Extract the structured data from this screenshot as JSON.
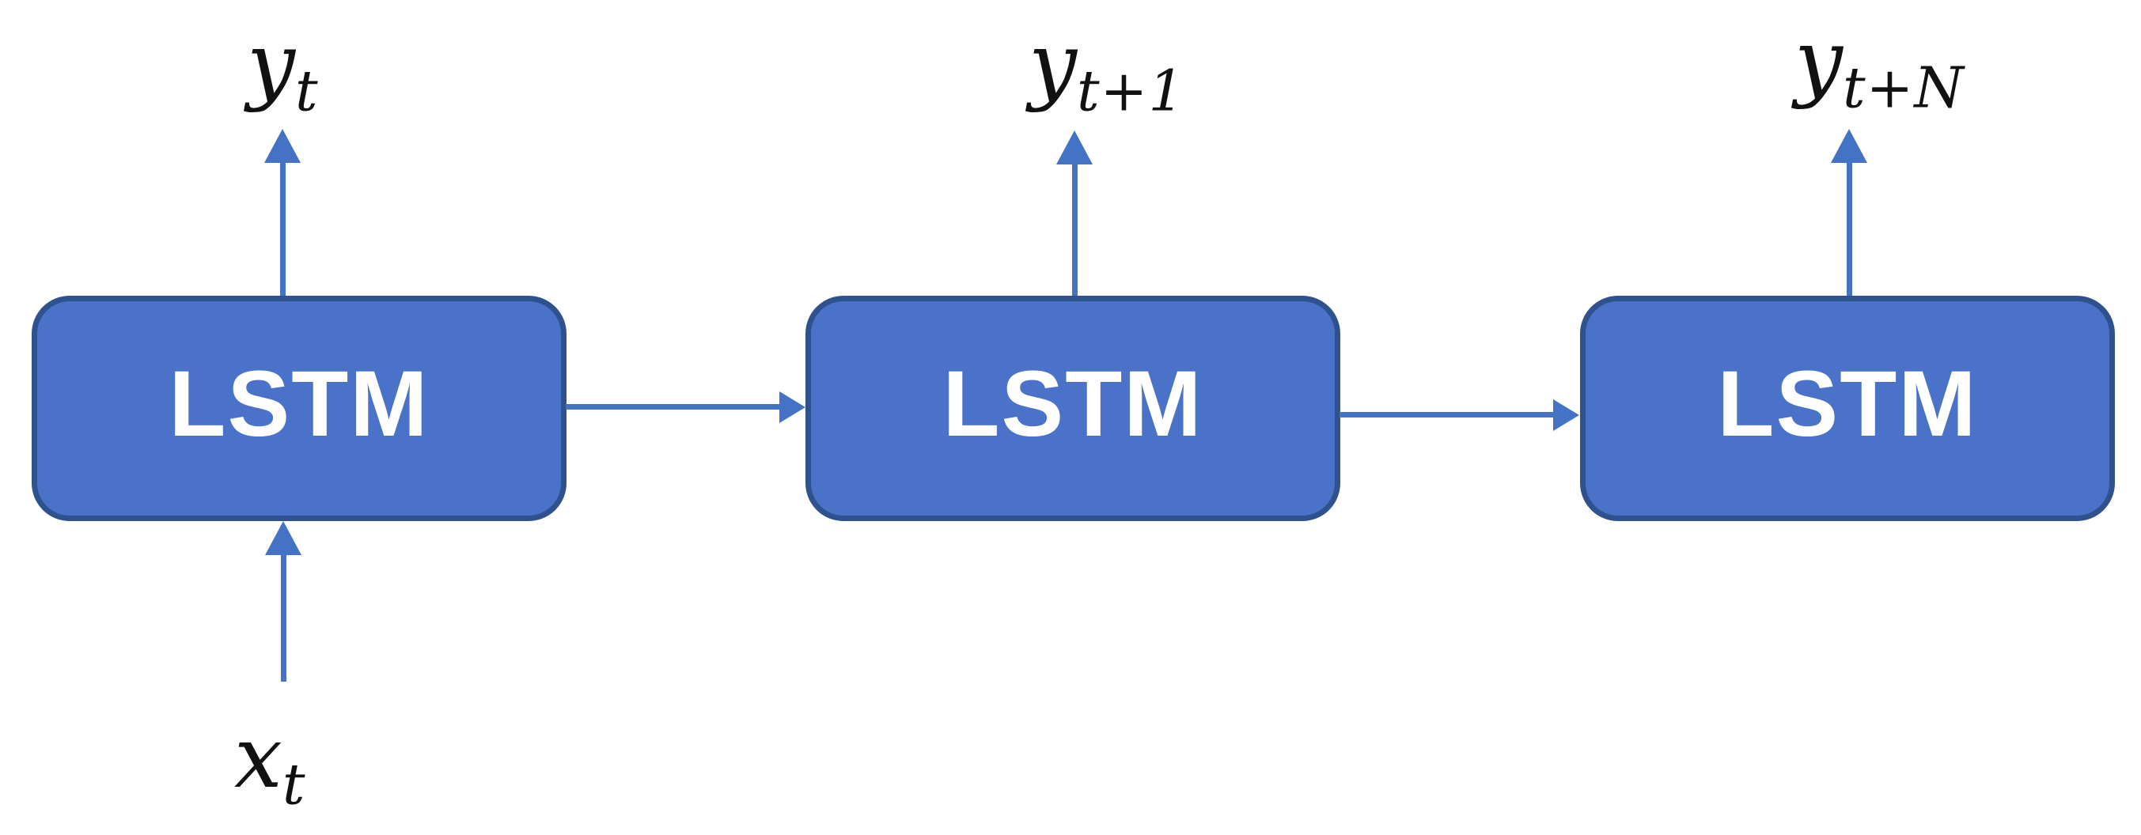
{
  "colors": {
    "background": "#ffffff",
    "block_fill": "#4a72c8",
    "block_border": "#2f528f",
    "arrow": "#4472c4",
    "text_on_block": "#ffffff",
    "label_text": "#111111"
  },
  "blocks": [
    {
      "label": "LSTM",
      "top_label_base": "y",
      "top_label_sub": "t",
      "bottom_label_base": "x",
      "bottom_label_sub": "t"
    },
    {
      "label": "LSTM",
      "top_label_base": "y",
      "top_label_sub": "t+1"
    },
    {
      "label": "LSTM",
      "top_label_base": "y",
      "top_label_sub": "t+N"
    }
  ]
}
